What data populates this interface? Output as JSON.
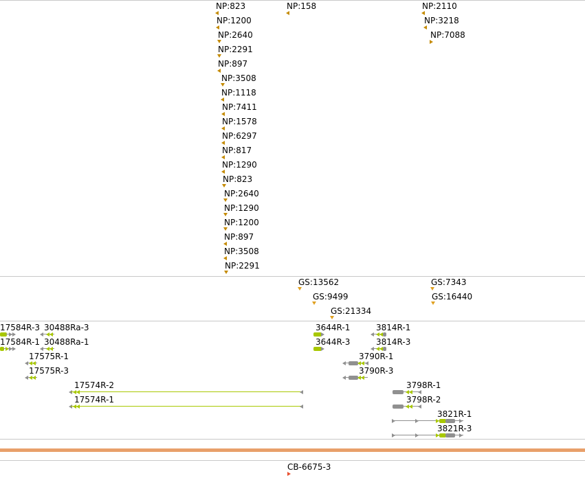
{
  "np_track": {
    "features": [
      {
        "label": "NP:823"
      },
      {
        "label": "NP:158"
      },
      {
        "label": "NP:2110"
      },
      {
        "label": "NP:1200"
      },
      {
        "label": "NP:3218"
      },
      {
        "label": "NP:2640"
      },
      {
        "label": "NP:7088"
      },
      {
        "label": "NP:2291"
      },
      {
        "label": "NP:897"
      },
      {
        "label": "NP:3508"
      },
      {
        "label": "NP:1118"
      },
      {
        "label": "NP:7411"
      },
      {
        "label": "NP:1578"
      },
      {
        "label": "NP:6297"
      },
      {
        "label": "NP:817"
      },
      {
        "label": "NP:1290"
      },
      {
        "label": "NP:823"
      },
      {
        "label": "NP:2640"
      },
      {
        "label": "NP:1290"
      },
      {
        "label": "NP:1200"
      },
      {
        "label": "NP:897"
      },
      {
        "label": "NP:3508"
      },
      {
        "label": "NP:2291"
      }
    ]
  },
  "gs_track": {
    "features": [
      {
        "label": "GS:13562"
      },
      {
        "label": "GS:7343"
      },
      {
        "label": "GS:9499"
      },
      {
        "label": "GS:16440"
      },
      {
        "label": "GS:21334"
      }
    ]
  },
  "gene_track": {
    "transcripts": [
      {
        "label": "17584R-3"
      },
      {
        "label": "30488Ra-3"
      },
      {
        "label": "17584R-1"
      },
      {
        "label": "30488Ra-1"
      },
      {
        "label": "17575R-1"
      },
      {
        "label": "17575R-3"
      },
      {
        "label": "17574R-2"
      },
      {
        "label": "17574R-1"
      },
      {
        "label": "3644R-1"
      },
      {
        "label": "3644R-3"
      },
      {
        "label": "3814R-1"
      },
      {
        "label": "3814R-3"
      },
      {
        "label": "3790R-1"
      },
      {
        "label": "3790R-3"
      },
      {
        "label": "3798R-1"
      },
      {
        "label": "3798R-2"
      },
      {
        "label": "3821R-1"
      },
      {
        "label": "3821R-3"
      }
    ]
  },
  "cb_track": {
    "features": [
      {
        "label": "CB-6675-3"
      }
    ]
  },
  "colors": {
    "np_marker": "#c48a00",
    "gs_marker": "#e0a020",
    "exon_coding": "#a8c800",
    "exon_utr": "#909090",
    "ruler": "#e8a06a",
    "cb_marker": "#e85030",
    "separator": "#c8c8c8"
  }
}
